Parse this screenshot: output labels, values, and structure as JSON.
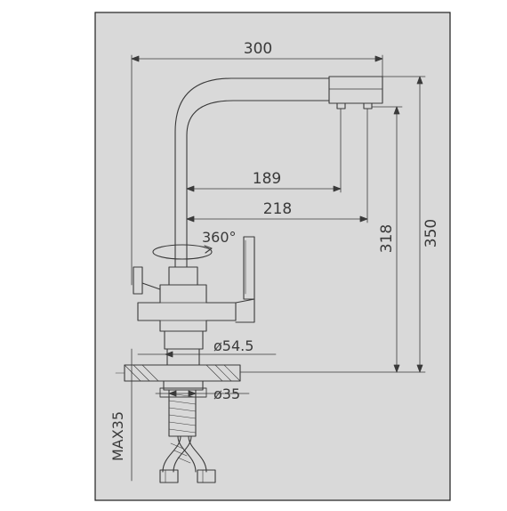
{
  "dimensions": {
    "overall_width": "300",
    "spout_reach_1": "189",
    "spout_reach_2": "218",
    "rotation": "360°",
    "outlet_height": "318",
    "total_height": "350",
    "base_diameter": "ø54.5",
    "thread_diameter": "ø35",
    "max_counter_thickness": "MAX35"
  },
  "colors": {
    "paper": "#d9d9d9",
    "border": "#1f1f1f",
    "line": "#3a3a3a"
  }
}
